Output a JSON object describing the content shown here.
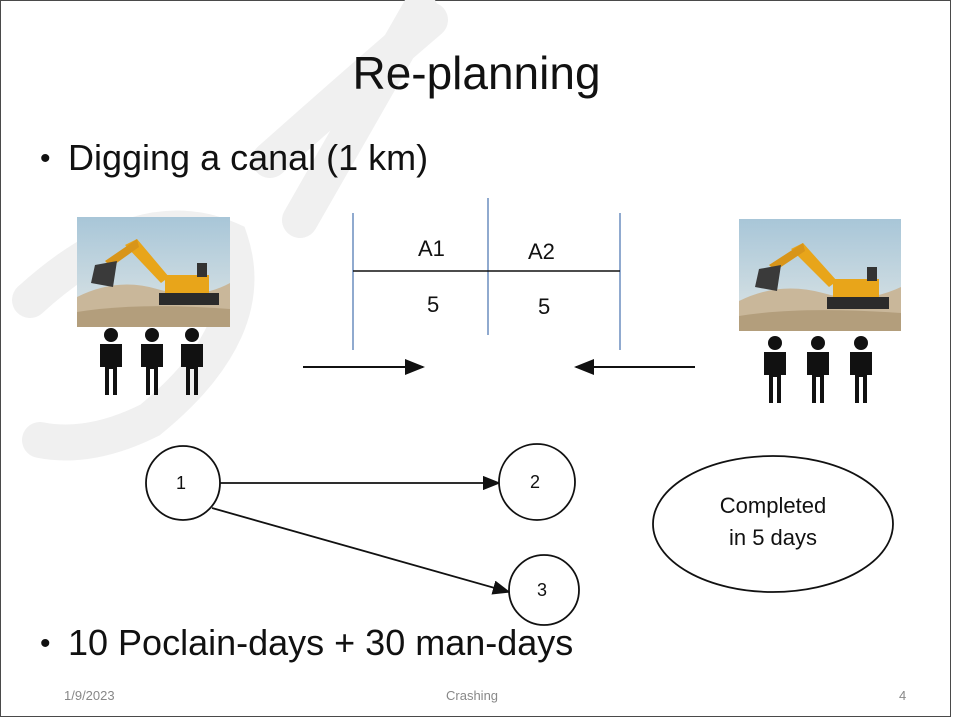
{
  "slide": {
    "title": "Re-planning",
    "bullet_1": "Digging a canal (1 km)",
    "bullet_2": "10 Poclain-days + 30 man-days"
  },
  "table": {
    "headers": [
      "A1",
      "A2"
    ],
    "values": [
      "5",
      "5"
    ]
  },
  "network": {
    "nodes": [
      "1",
      "2",
      "3"
    ]
  },
  "callout": {
    "line1": "Completed",
    "line2": "in 5 days"
  },
  "footer": {
    "date": "1/9/2023",
    "topic": "Crashing",
    "page": "4"
  }
}
